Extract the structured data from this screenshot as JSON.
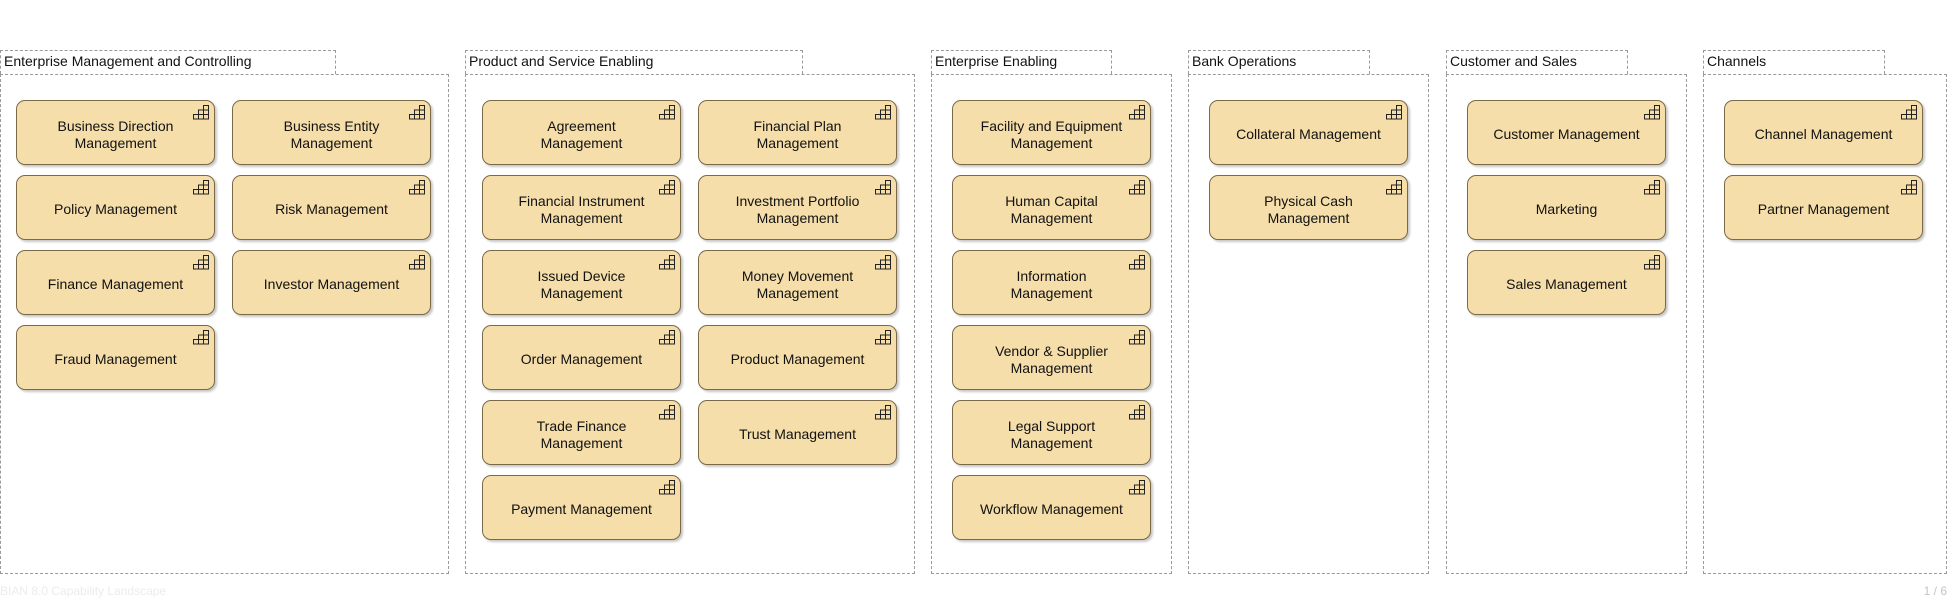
{
  "groups": [
    {
      "title": "Enterprise Management and Controlling",
      "capabilities": [
        "Business Direction Management",
        "Business Entity Management",
        "Policy Management",
        "Risk Management",
        "Finance Management",
        "Investor Management",
        "Fraud Management"
      ]
    },
    {
      "title": "Product and Service Enabling",
      "capabilities": [
        "Agreement Management",
        "Financial Plan Management",
        "Financial Instrument Management",
        "Investment Portfolio Management",
        "Issued Device Management",
        "Money Movement Management",
        "Order Management",
        "Product Management",
        "Trade Finance Management",
        "Trust Management",
        "Payment Management"
      ]
    },
    {
      "title": "Enterprise Enabling",
      "capabilities": [
        "Facility and Equipment Management",
        "Human Capital Management",
        "Information Management",
        "Vendor & Supplier Management",
        "Legal Support Management",
        "Workflow Management"
      ]
    },
    {
      "title": "Bank Operations",
      "capabilities": [
        "Collateral Management",
        "Physical Cash Management"
      ]
    },
    {
      "title": "Customer and Sales",
      "capabilities": [
        "Customer Management",
        "Marketing",
        "Sales Management"
      ]
    },
    {
      "title": "Channels",
      "capabilities": [
        "Channel Management",
        "Partner Management"
      ]
    }
  ],
  "footer": {
    "left_text": "BIAN 8.0 Capability Landscape",
    "page_indicator": "1 / 6"
  },
  "icons": {
    "capability": "capability-icon"
  },
  "colors": {
    "capability_fill": "#f5deaa",
    "capability_border": "#7a6a48",
    "group_border": "#9a9a9a"
  }
}
